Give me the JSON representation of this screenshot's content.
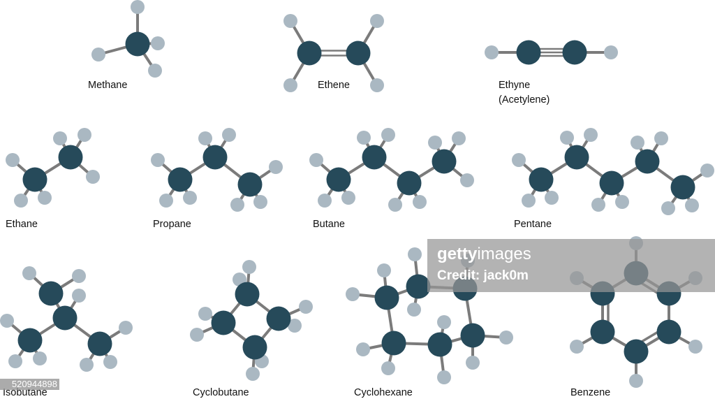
{
  "colors": {
    "carbon": "#264a5a",
    "hydrogen": "#aab8c2",
    "bond": "#7b7b7b"
  },
  "molecules": [
    {
      "name": "Methane"
    },
    {
      "name": "Ethene"
    },
    {
      "name": "Ethyne",
      "subtitle": "(Acetylene)"
    },
    {
      "name": "Ethane"
    },
    {
      "name": "Propane"
    },
    {
      "name": "Butane"
    },
    {
      "name": "Pentane"
    },
    {
      "name": "Isobutane"
    },
    {
      "name": "Cyclobutane"
    },
    {
      "name": "Cyclohexane"
    },
    {
      "name": "Benzene"
    }
  ],
  "watermark": {
    "brand_bold": "getty",
    "brand_light": "images",
    "credit": "Credit: jack0m",
    "image_id": "520944898"
  }
}
